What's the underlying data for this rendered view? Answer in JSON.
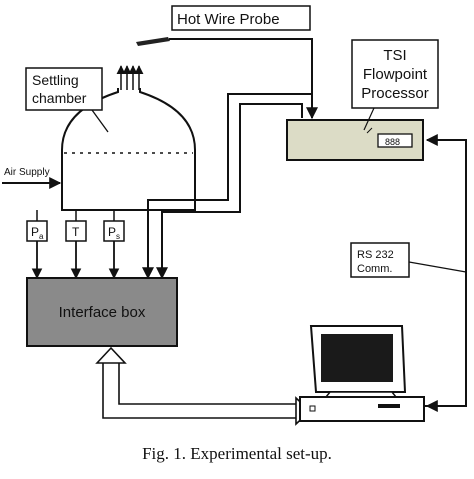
{
  "labels": {
    "probe": "Hot Wire Probe",
    "settling_line1": "Settling",
    "settling_line2": "chamber",
    "processor_line1": "TSI",
    "processor_line2": "Flowpoint",
    "processor_line3": "Processor",
    "air_supply": "Air Supply",
    "sensor_pa_main": "P",
    "sensor_pa_sub": "a",
    "sensor_t": "T",
    "sensor_ps_main": "P",
    "sensor_ps_sub": "s",
    "interface": "Interface box",
    "rs232_line1": "RS 232",
    "rs232_line2": "Comm.",
    "display": "888"
  },
  "caption": "Fig. 1. Experimental set-up.",
  "colors": {
    "processor_fill": "#dcdcc6",
    "interface_fill": "#8a8a8a",
    "line": "#111111"
  }
}
